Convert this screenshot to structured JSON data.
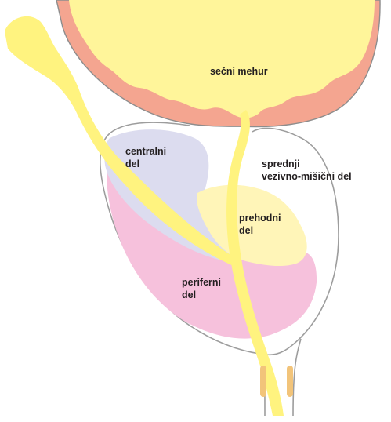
{
  "labels": {
    "bladder": "sečni mehur",
    "central": {
      "line1": "centralni",
      "line2": "del"
    },
    "anterior": {
      "line1": "sprednji",
      "line2": "vezivno-mišični del"
    },
    "transition": {
      "line1": "prehodni",
      "line2": "del"
    },
    "peripheral": {
      "line1": "periferni",
      "line2": "del"
    }
  },
  "colors": {
    "bladder_wall": "#f4a590",
    "bladder_lumen": "#fff59a",
    "urethra": "#fff37f",
    "central_zone": "#dcdcef",
    "peripheral_zone": "#f6c1dc",
    "transition_zone": "#fff5b8",
    "capsule_outline": "#9d9d9d",
    "sphincter": "#f2c47a",
    "text": "#231f20"
  }
}
